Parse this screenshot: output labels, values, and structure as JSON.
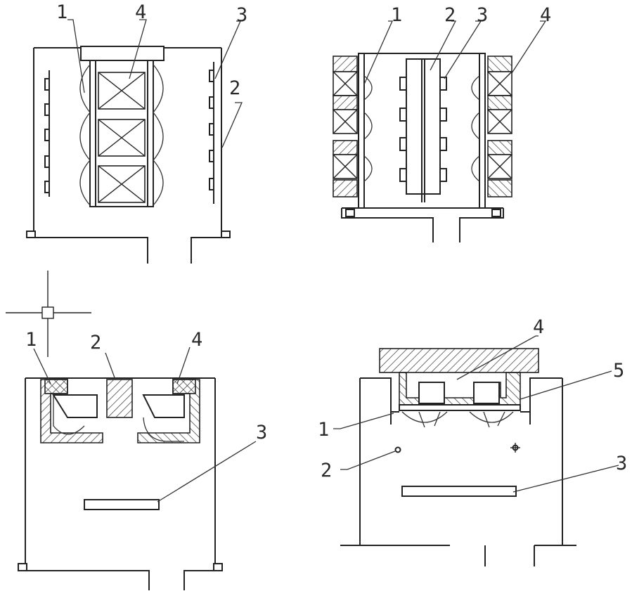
{
  "panels": [
    {
      "id": "top-left",
      "labels": [
        "1",
        "4",
        "3",
        "2"
      ]
    },
    {
      "id": "top-right",
      "labels": [
        "1",
        "2",
        "3",
        "4"
      ]
    },
    {
      "id": "bottom-left",
      "labels": [
        "1",
        "2",
        "4",
        "3"
      ]
    },
    {
      "id": "bottom-right",
      "labels": [
        "4",
        "5",
        "1",
        "2",
        "3"
      ]
    }
  ],
  "colors": {
    "ink": "#222222",
    "paper": "#ffffff"
  }
}
